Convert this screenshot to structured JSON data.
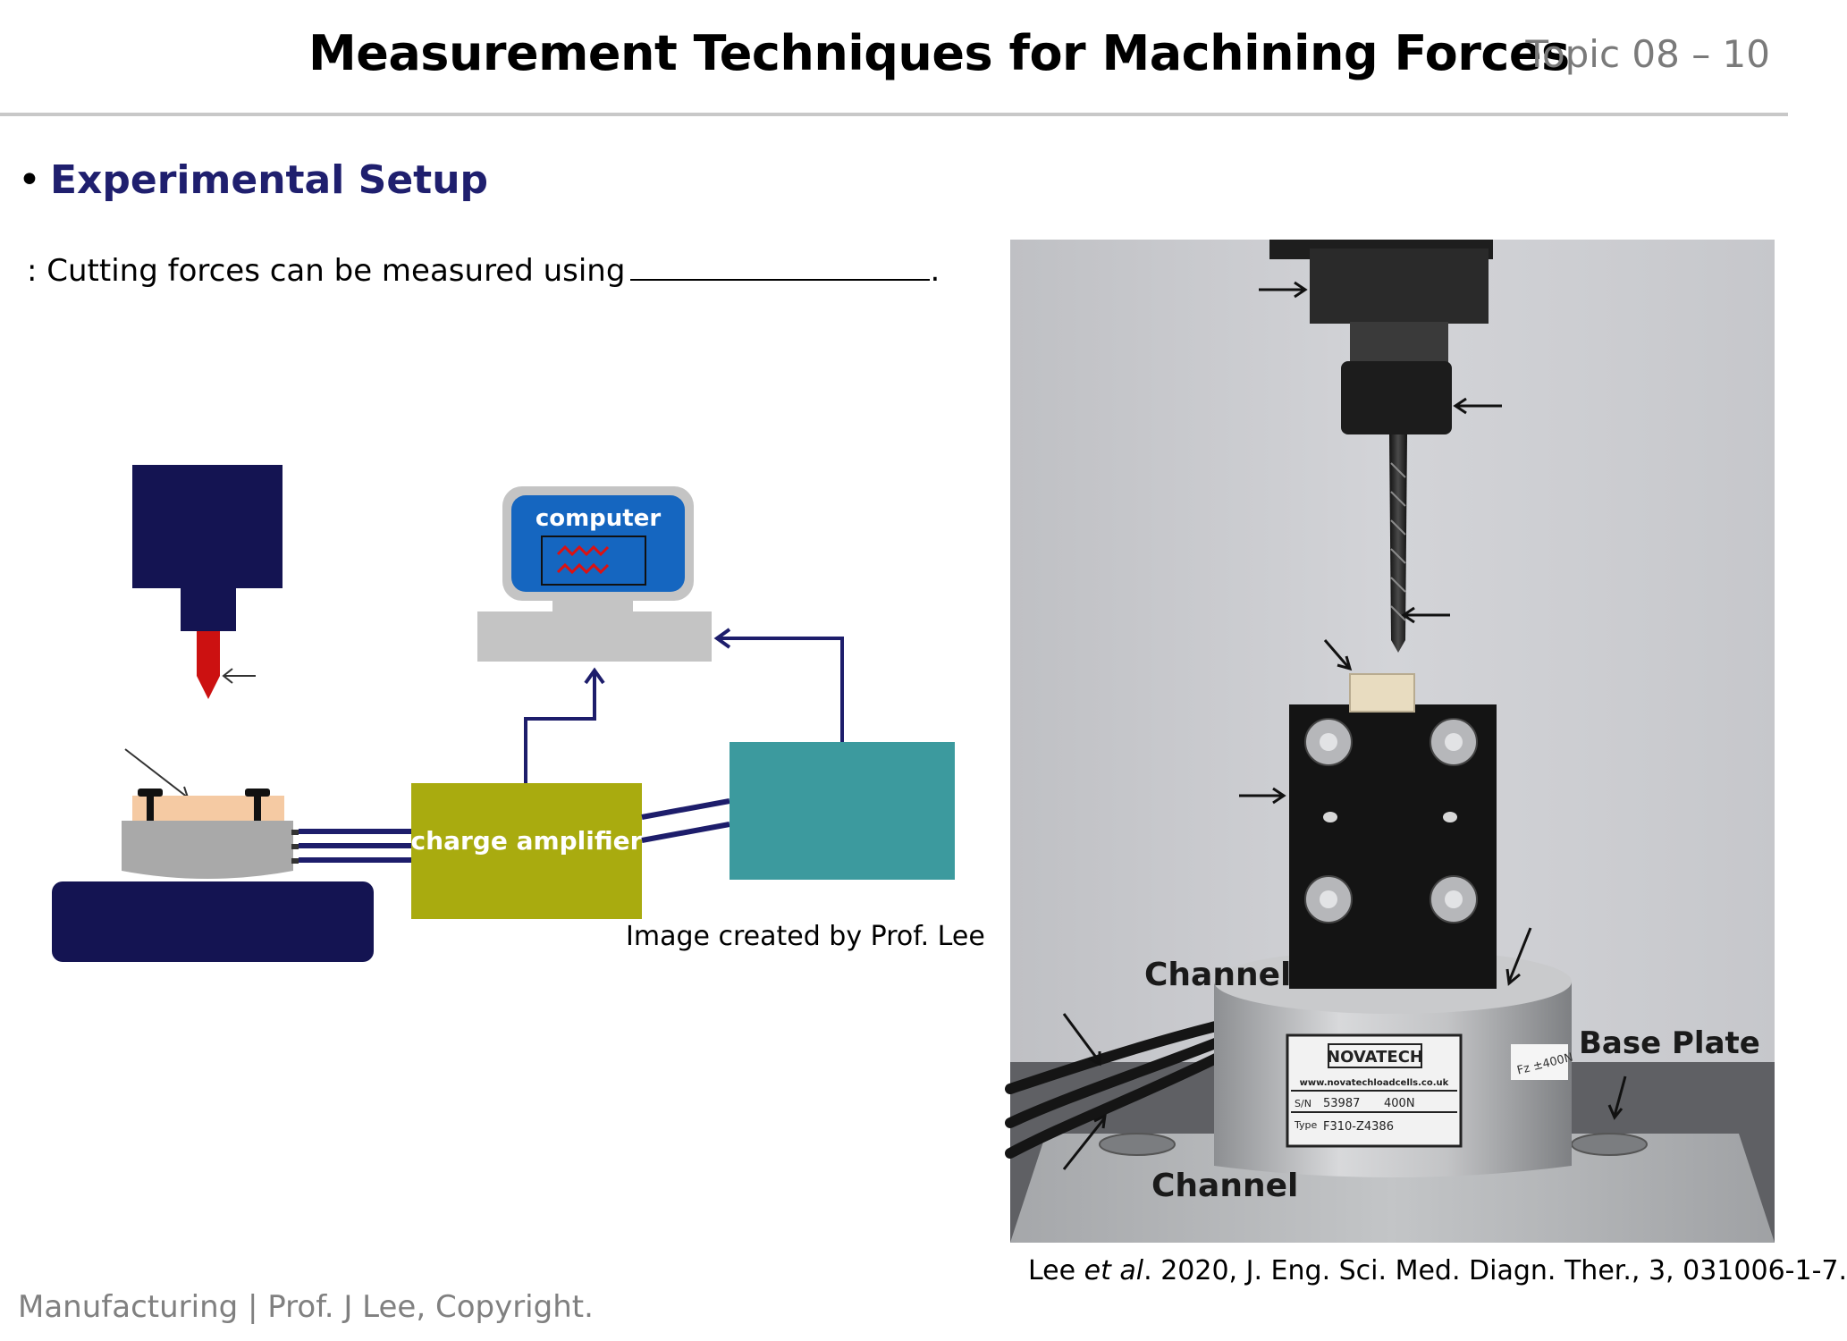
{
  "header": {
    "title": "Measurement Techniques for Machining Forces",
    "topic": "Topic 08 – 10"
  },
  "section": {
    "bullet": "•",
    "heading": "Experimental Setup",
    "prompt_prefix": ": Cutting forces can be measured using",
    "prompt_suffix": "."
  },
  "diagram": {
    "computer_label": "computer",
    "amplifier_label": "charge amplifier",
    "credit": "Image created by Prof. Lee",
    "colors": {
      "spindle": "#141452",
      "tool_tip": "#cc1111",
      "workpiece": "#f5caa3",
      "dynamometer": "#a9a9a9",
      "table": "#141452",
      "amplifier": "#a9ab0f",
      "daq": "#3c9a9e",
      "computer_screen": "#1566c0",
      "computer_base": "#c4c4c4",
      "wires": "#1d1d6b"
    }
  },
  "photo": {
    "labels": {
      "channel_top": "Channel",
      "channel_bottom": "Channel",
      "base_plate": "Base Plate"
    },
    "plate": {
      "brand": "NOVATECH",
      "website": "www.novatechloadcells.co.uk",
      "sn_label": "S/N",
      "sn_value": "53987",
      "capacity": "400N",
      "type_label": "Type",
      "type_value": "F310-Z4386",
      "side_label": "Fz ±400N"
    }
  },
  "caption": {
    "author": "Lee",
    "etal": "et al",
    "rest": ". 2020, J. Eng. Sci. Med. Diagn. Ther., 3, 031006-1-7."
  },
  "footer": {
    "text": "Manufacturing | Prof. J Lee, Copyright."
  }
}
